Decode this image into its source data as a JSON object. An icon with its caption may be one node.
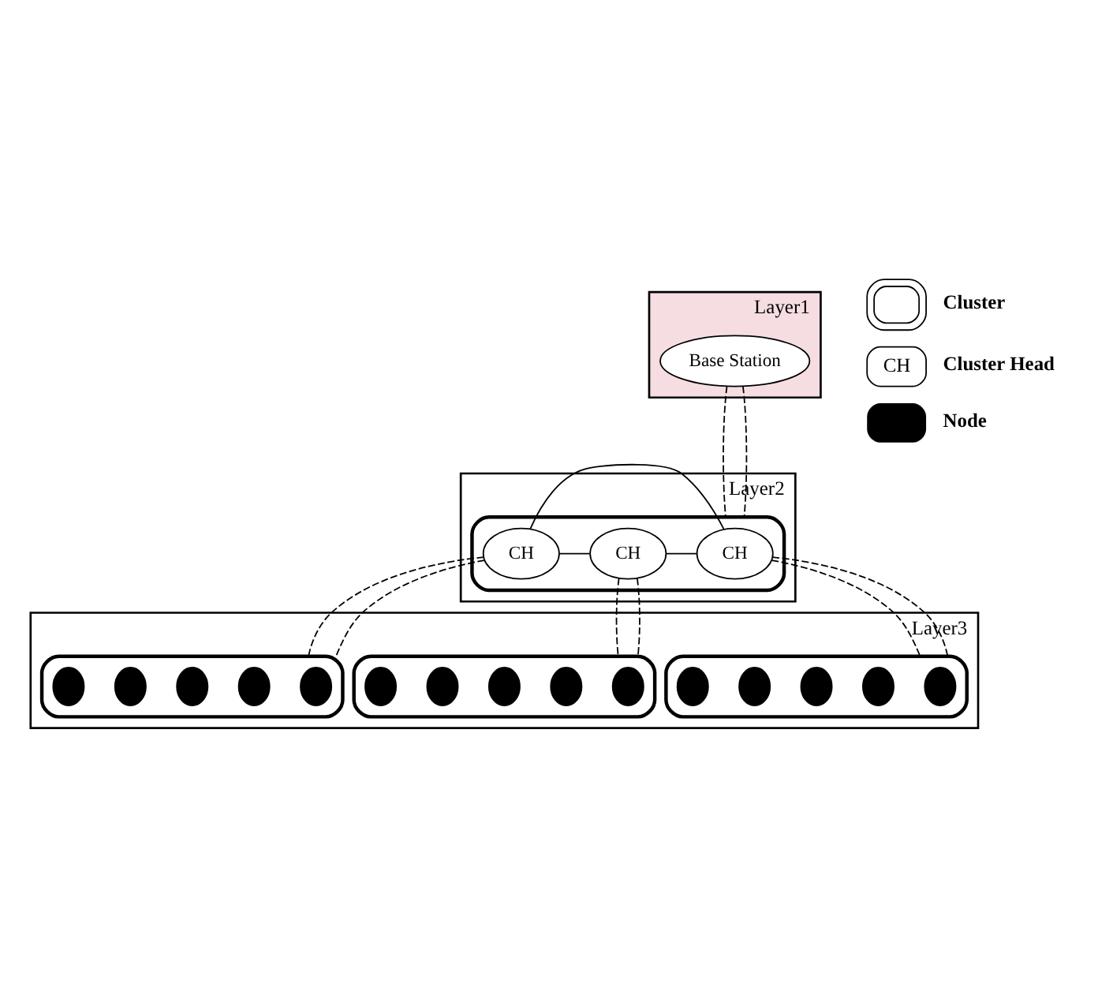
{
  "diagram": {
    "nodes": [
      {
        "text": [
          "Layer1"
        ]
      },
      {
        "text": [
          "Base Station"
        ],
        "in": 0
      },
      {
        "text": [
          "Layer2"
        ]
      },
      {
        "text": [],
        "shape": "ellipse",
        "in": 2
      },
      {
        "text": [
          "CH"
        ],
        "in": 3
      },
      {
        "text": [
          "CH"
        ],
        "in": 3
      },
      {
        "text": [
          "CH"
        ],
        "in": 3
      },
      {
        "text": [
          "Layer3"
        ]
      },
      {
        "text": [],
        "shape": "ellipse",
        "in": 7
      },
      {
        "text": [],
        "shape": "ellipse",
        "in": 7
      },
      {
        "text": [],
        "shape": "ellipse",
        "in": 7
      },
      {
        "text": [],
        "shape": "circle",
        "in": 8
      },
      {
        "text": [],
        "shape": "circle",
        "in": 8
      },
      {
        "text": [],
        "shape": "circle",
        "in": 8
      },
      {
        "text": [],
        "shape": "circle",
        "in": 8
      },
      {
        "text": [],
        "shape": "circle",
        "in": 8
      },
      {
        "text": [],
        "shape": "circle",
        "in": 9
      },
      {
        "text": [],
        "shape": "circle",
        "in": 9
      },
      {
        "text": [],
        "shape": "circle",
        "in": 9
      },
      {
        "text": [],
        "shape": "circle",
        "in": 9
      },
      {
        "text": [],
        "shape": "circle",
        "in": 9
      },
      {
        "text": [],
        "shape": "circle",
        "in": 10
      },
      {
        "text": [],
        "shape": "circle",
        "in": 10
      },
      {
        "text": [],
        "shape": "circle",
        "in": 10
      },
      {
        "text": [],
        "shape": "circle",
        "in": 10
      },
      {
        "text": [],
        "shape": "circle",
        "in": 10
      }
    ],
    "edges": [
      {
        "from": 1,
        "to": 3,
        "arrow": "none",
        "style": "dashed"
      },
      {
        "from": 1,
        "to": 3,
        "arrow": "none",
        "style": "dashed"
      },
      {
        "from": 4,
        "to": 5,
        "arrow": "none"
      },
      {
        "from": 4,
        "to": 6,
        "arrow": "none"
      },
      {
        "from": 5,
        "to": 6,
        "arrow": "none"
      },
      {
        "from": 5,
        "to": 8,
        "arrow": "none",
        "style": "dashed"
      },
      {
        "from": 5,
        "to": 8,
        "arrow": "none",
        "style": "dashed"
      },
      {
        "from": 4,
        "to": 9,
        "arrow": "none",
        "style": "dashed"
      },
      {
        "from": 4,
        "to": 9,
        "arrow": "none",
        "style": "dashed"
      },
      {
        "from": 6,
        "to": 10,
        "arrow": "none",
        "style": "dashed"
      },
      {
        "from": 6,
        "to": 10,
        "arrow": "none",
        "style": "dashed"
      }
    ],
    "labels": [
      "CH"
    ],
    "legend": [
      {
        "text": "Cluster"
      },
      {
        "text": "Cluster Head"
      },
      {
        "text": "Node"
      }
    ]
  }
}
